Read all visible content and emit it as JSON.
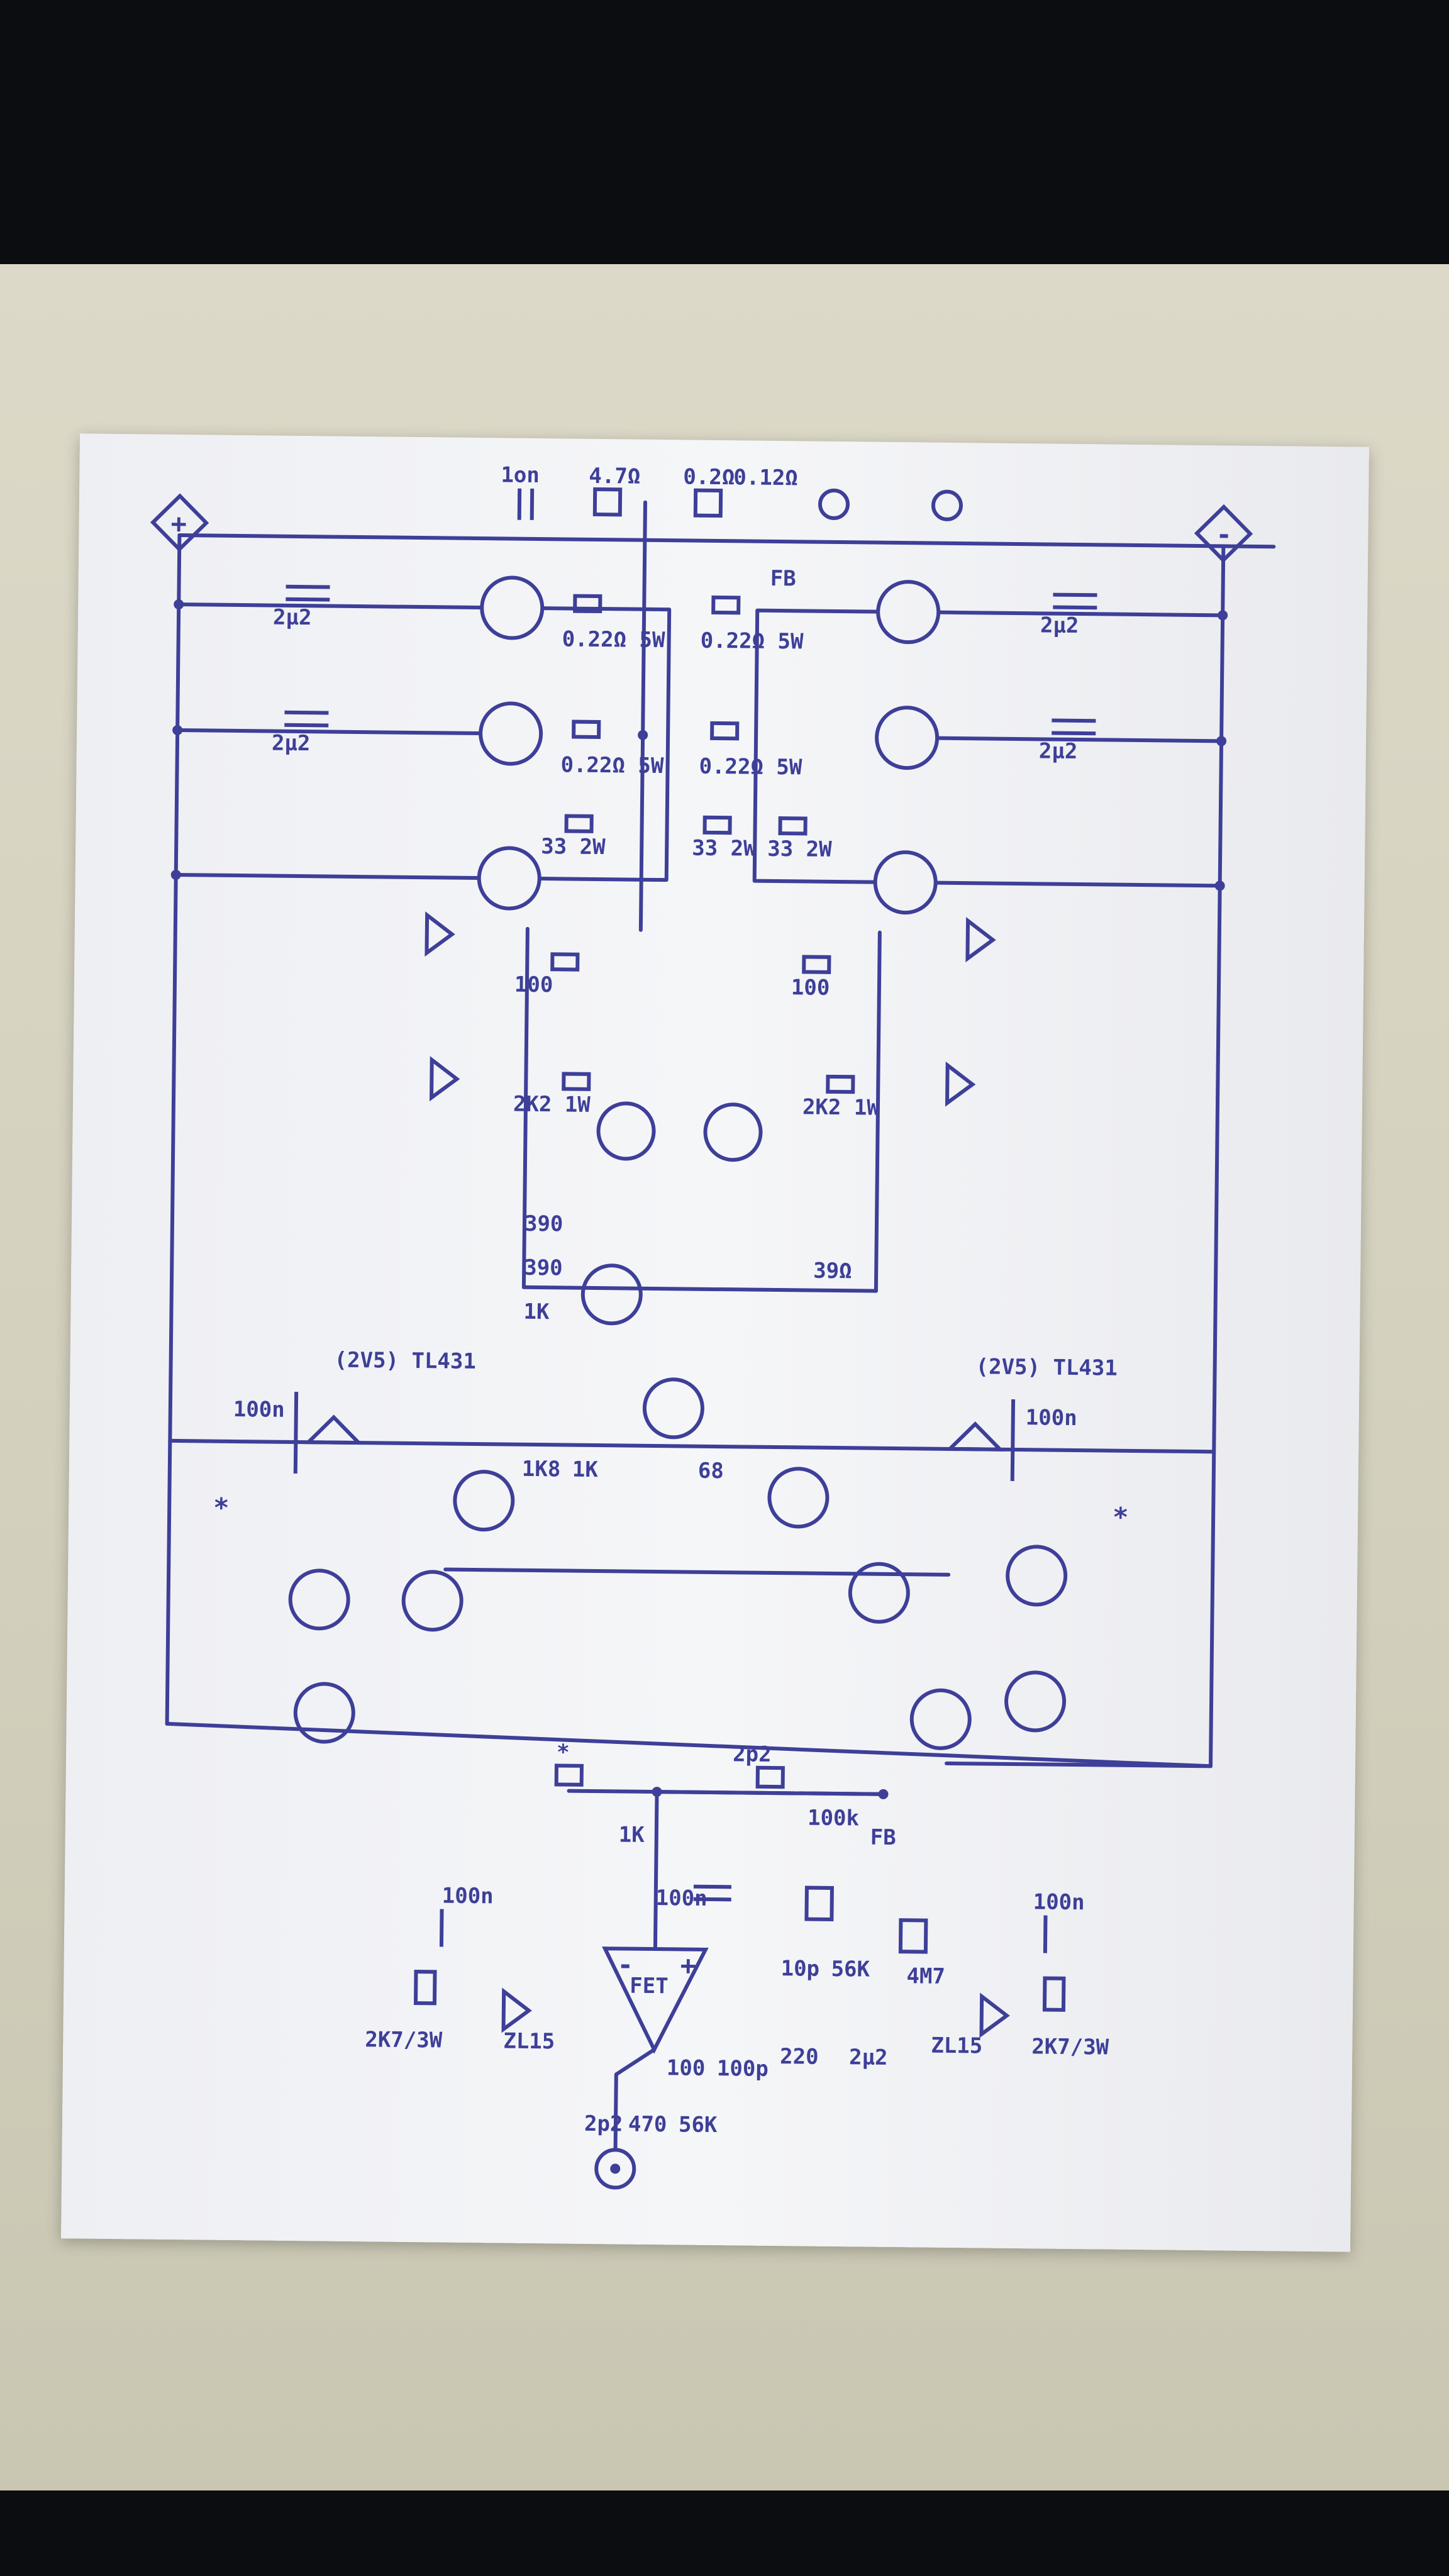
{
  "schematic": {
    "power": {
      "positive": "+",
      "negative": "-"
    },
    "input_stage": {
      "input_cap": "2p2",
      "input_resistor": "470",
      "input_bias": "56K",
      "series_resistor": "100",
      "filter_cap": "100p",
      "opamp_label": "FET",
      "opamp_minus": "-",
      "opamp_plus": "+"
    },
    "feedback": {
      "fb_label": "FB",
      "r_56k": "56K",
      "r_4m7": "4M7",
      "c_10p": "10p",
      "r_220": "220",
      "c_2u2": "2μ2",
      "r_100k": "100k",
      "c_2p2": "2p2",
      "r_1k": "1K",
      "c_100n": "100n",
      "star": "*"
    },
    "supply_filter": {
      "r_top": "2K7/3W",
      "r_bottom": "2K7/3W",
      "zener_top": "ZL15",
      "zener_bottom": "ZL15",
      "cap_top": "100n",
      "cap_bottom": "100n"
    },
    "vas": {
      "r_1k8": "1K8",
      "pot_1k": "1K",
      "r_68": "68",
      "r_1k": "1K",
      "r_390": "390",
      "ref_top": "(2V5) TL431",
      "ref_bottom": "(2V5) TL431",
      "ref_cap_top": "100n",
      "ref_cap_bottom": "100n",
      "star_top": "*",
      "star_bottom": "*"
    },
    "driver": {
      "r_2k2_top": "2K2 1W",
      "r_2k2_bottom": "2K2 1W",
      "r_100_top": "100",
      "r_100_bottom": "100",
      "r_39_top": "390",
      "r_39_bottom": "39Ω",
      "r_33_top": "33 2W",
      "r_33_mid": "33 2W",
      "r_33_bottom": "33 2W"
    },
    "output": {
      "re_1": "0.22Ω 5W",
      "re_2": "0.22Ω 5W",
      "re_3": "0.22Ω 5W",
      "re_4": "0.22Ω 5W",
      "cap_top_1": "2μ2",
      "cap_top_2": "2μ2",
      "cap_bottom_1": "2μ2",
      "cap_bottom_2": "2μ2",
      "zobel_c": "1on",
      "zobel_r": "4.7Ω",
      "out_l": "0.2Ω",
      "out_r": "0.12Ω",
      "fb_label": "FB"
    }
  }
}
